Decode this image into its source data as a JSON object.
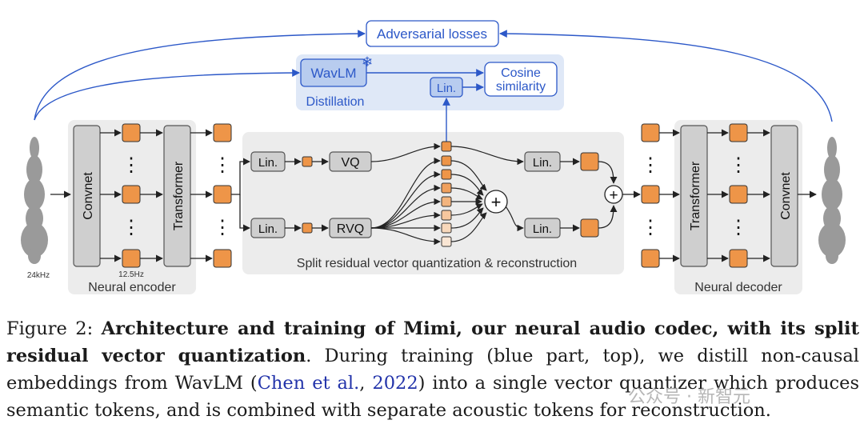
{
  "diagram": {
    "adversarial": "Adversarial losses",
    "wavlm": "WavLM",
    "lin": "Lin.",
    "cosine_line1": "Cosine",
    "cosine_line2": "similarity",
    "distillation": "Distillation",
    "convnet": "Convnet",
    "transformer": "Transformer",
    "vq": "VQ",
    "rvq": "RVQ",
    "split_label": "Split residual vector quantization & reconstruction",
    "neural_encoder": "Neural encoder",
    "neural_decoder": "Neural decoder",
    "rate_24k": "24kHz",
    "rate_12_5": "12.5Hz",
    "ellipsis": "⋮",
    "plus": "+",
    "snowflake": "❄"
  },
  "caption": {
    "prefix": "Figure 2: ",
    "bold": "Architecture and training of Mimi, our neural audio codec, with its split residual vector quantization",
    "text1": ". During training (blue part, top), we distill non-causal embeddings from WavLM (",
    "cite_author": "Chen et al.",
    "text2": ", ",
    "cite_year": "2022",
    "text3": ") into a single vector quantizer which produces semantic tokens, and is combined with separate acoustic tokens for reconstruction."
  },
  "watermark": "公众号 · 新智元",
  "colors": {
    "token_orange": "#ee9548",
    "blue_line": "#2c58c8",
    "blue_panel": "#dfe8f7",
    "gray_panel": "#ececec",
    "block_gray": "#cfcfcf"
  }
}
